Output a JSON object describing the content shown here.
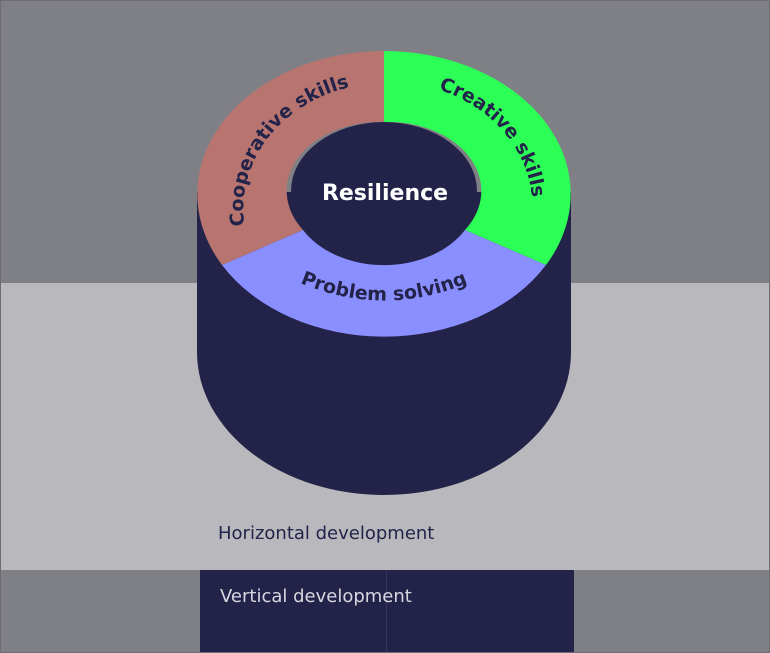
{
  "center": {
    "label": "Resilience"
  },
  "segments": [
    {
      "label": "Cooperative skills",
      "color": "#b87570"
    },
    {
      "label": "Creative skills",
      "color": "#2cff55"
    },
    {
      "label": "Problem solving",
      "color": "#8a8fff"
    }
  ],
  "bands": {
    "horizontal_label": "Horizontal development",
    "vertical_label": "Vertical development"
  },
  "colors": {
    "cylinder": "#23234a",
    "band_dark": "#7f7f86",
    "band_light": "#b9b9bd"
  }
}
